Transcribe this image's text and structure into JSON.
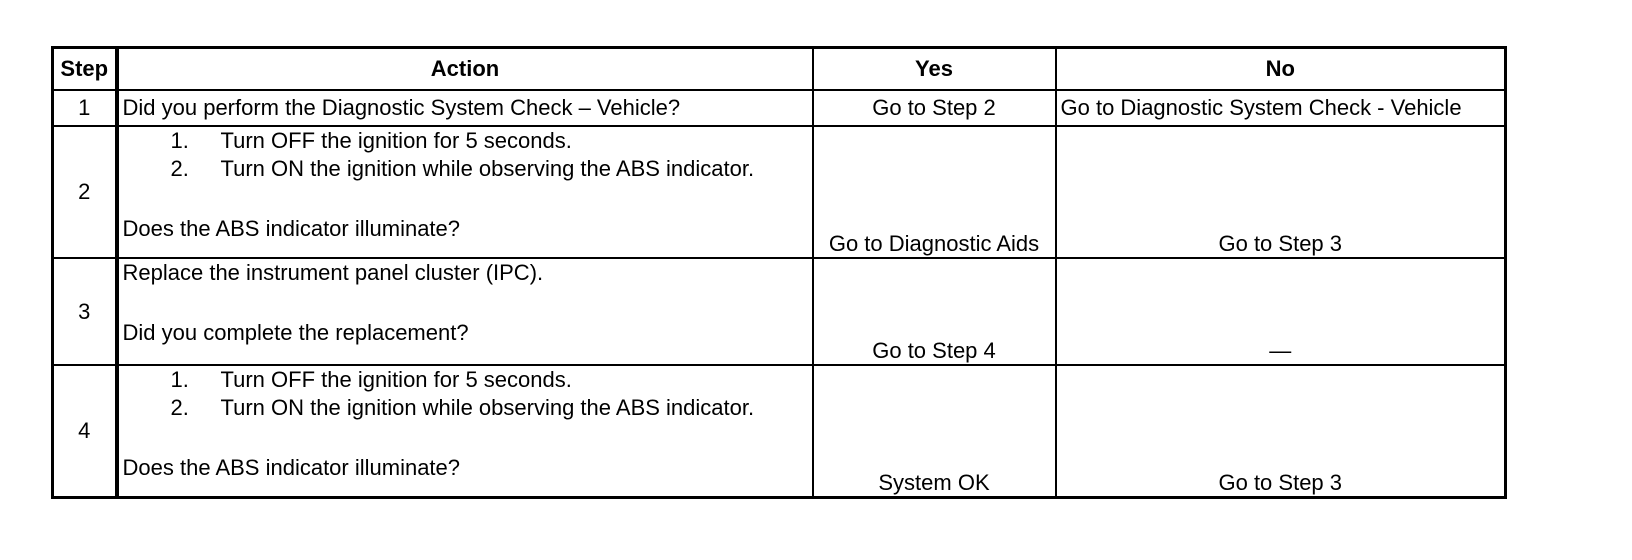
{
  "headers": {
    "step": "Step",
    "action": "Action",
    "yes": "Yes",
    "no": "No"
  },
  "rows": [
    {
      "step": "1",
      "question": "Did you perform the Diagnostic System Check – Vehicle?",
      "yes": "Go to Step 2",
      "no": "Go to Diagnostic System Check - Vehicle"
    },
    {
      "step": "2",
      "items": [
        {
          "num": "1.",
          "text": "Turn OFF the ignition for 5 seconds."
        },
        {
          "num": "2.",
          "text": "Turn ON the ignition while observing the ABS indicator."
        }
      ],
      "question": "Does the ABS indicator illuminate?",
      "yes": "Go to Diagnostic Aids",
      "no": "Go to Step 3"
    },
    {
      "step": "3",
      "intro": "Replace the instrument panel cluster (IPC).",
      "question": "Did you complete the replacement?",
      "yes": "Go to Step 4",
      "no": "—"
    },
    {
      "step": "4",
      "items": [
        {
          "num": "1.",
          "text": "Turn OFF the ignition for 5 seconds."
        },
        {
          "num": "2.",
          "text": "Turn ON the ignition while observing the ABS indicator."
        }
      ],
      "question": "Does the ABS indicator illuminate?",
      "yes": "System OK",
      "no": "Go to Step 3"
    }
  ]
}
